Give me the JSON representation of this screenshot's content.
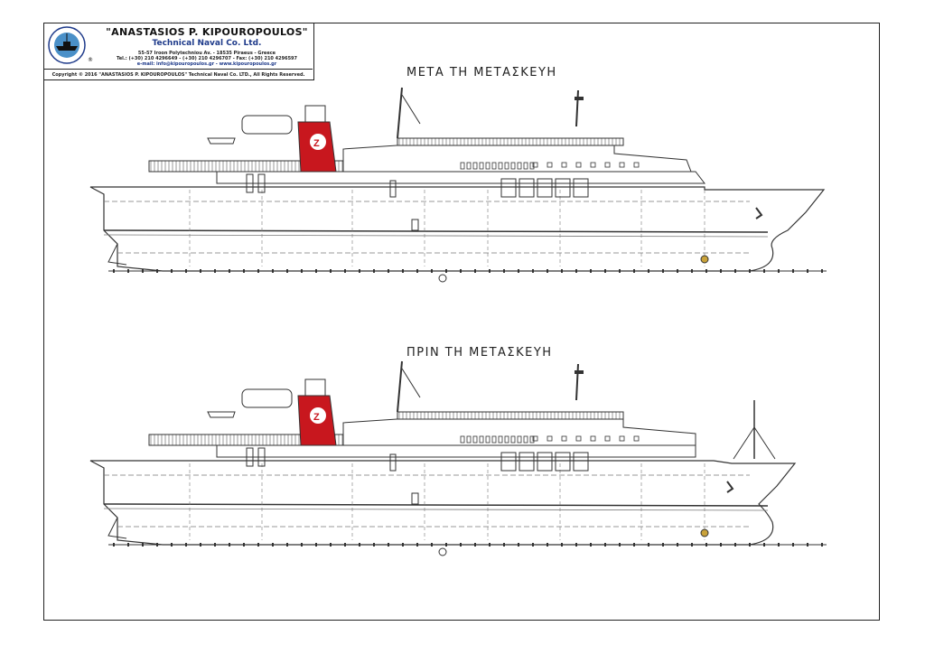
{
  "title_block": {
    "company": "\"ANASTASIOS P. KIPOUROPOULOS\"",
    "subtitle": "Technical Naval Co. Ltd.",
    "address": "55-57 Iroon Polytechniou Av. - 18535 Piraeus - Greece",
    "phones": "Tel.: (+30) 210 4296649 - (+30) 210 4296707 - Fax: (+30) 210 4296597",
    "contact": "e-mail: info@kipouropoulos.gr - www.kipouropoulos.gr",
    "copyright": "Copyright © 2016 \"ANASTASIOS P. KIPOUROPOULOS\" Technical Naval Co. LTD., All Rights Reserved.",
    "registered_mark": "®"
  },
  "views": [
    {
      "title": "ΜΕΤΑ ΤΗ ΜΕΤΑΣΚΕΥΗ"
    },
    {
      "title": "ΠΡΙΝ ΤΗ ΜΕΤΑΣΚΕΥΗ"
    }
  ],
  "colors": {
    "funnel": "#c8171e",
    "line": "#333333",
    "hull_dash": "#777777"
  }
}
